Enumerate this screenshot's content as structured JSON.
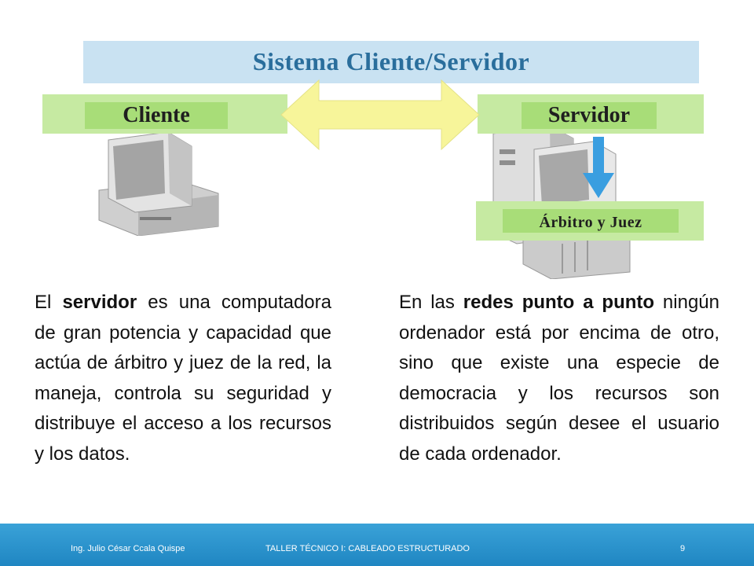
{
  "title": "Sistema  Cliente/Servidor",
  "labels": {
    "cliente": "Cliente",
    "servidor": "Servidor",
    "arbitro": "Árbitro y Juez"
  },
  "left_paragraph": {
    "prefix": "El ",
    "bold": "servidor",
    "suffix": " es una computadora de gran potencia y capacidad que actúa de árbitro y juez de la red, la maneja, controla su seguridad y distribuye el acceso a los recursos y los datos."
  },
  "right_paragraph": {
    "prefix": "En las ",
    "bold": "redes punto a punto",
    "suffix": " ningún ordenador está por encima de otro, sino que existe una especie de democracia y los recursos son distribuidos según desee el usuario de cada ordenador."
  },
  "footer": {
    "author": "Ing. Julio César Ccala Quispe",
    "course": "TALLER TÉCNICO I: CABLEADO ESTRUCTURADO",
    "page": "9"
  },
  "colors": {
    "title_band": "#c9e2f2",
    "title_text": "#2a6e9c",
    "green_band": "#c6eaa2",
    "green_label": "#a8dd78",
    "double_arrow": "#f7f59a",
    "down_arrow": "#3a9ee0",
    "footer": "#2590cc"
  },
  "icons": [
    "double-arrow-icon",
    "down-arrow-icon",
    "client-computer-icon",
    "server-computer-icon"
  ]
}
